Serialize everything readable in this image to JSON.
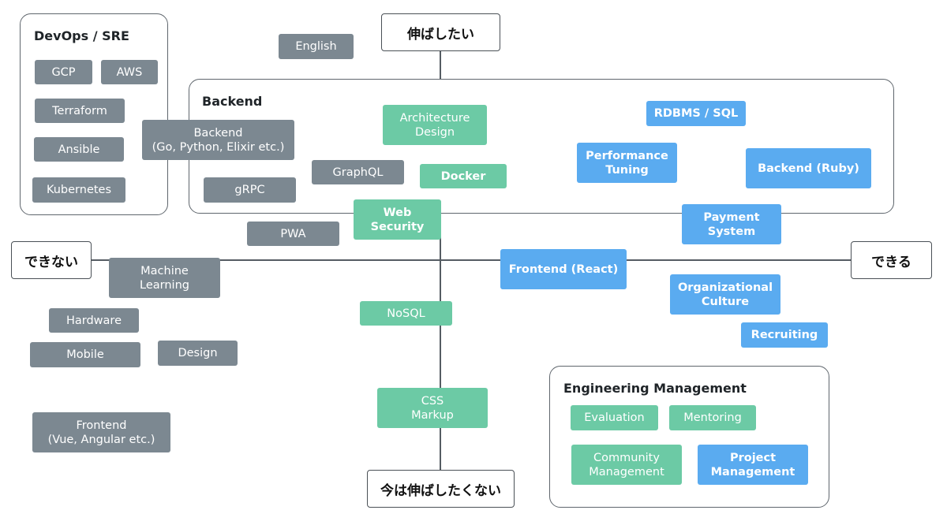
{
  "axes": {
    "top": "伸ばしたい",
    "bottom": "今は伸ばしたくない",
    "left": "できない",
    "right": "できる"
  },
  "groups": {
    "devops": "DevOps / SRE",
    "backend": "Backend",
    "engineering_management": "Engineering Management"
  },
  "skills": {
    "gcp": "GCP",
    "aws": "AWS",
    "terraform": "Terraform",
    "ansible": "Ansible",
    "kubernetes": "Kubernetes",
    "english": "English",
    "backend_go": "Backend\n(Go, Python, Elixir etc.)",
    "grpc": "gRPC",
    "graphql": "GraphQL",
    "architecture": "Architecture\nDesign",
    "docker": "Docker",
    "web_security": "Web\nSecurity",
    "rdbms": "RDBMS / SQL",
    "performance": "Performance\nTuning",
    "backend_ruby": "Backend (Ruby)",
    "payment": "Payment\nSystem",
    "pwa": "PWA",
    "machine_learning": "Machine\nLearning",
    "frontend_react": "Frontend (React)",
    "org_culture": "Organizational\nCulture",
    "recruiting": "Recruiting",
    "hardware": "Hardware",
    "mobile": "Mobile",
    "design": "Design",
    "nosql": "NoSQL",
    "css": "CSS\nMarkup",
    "frontend_vue": "Frontend\n(Vue, Angular etc.)",
    "evaluation": "Evaluation",
    "mentoring": "Mentoring",
    "community": "Community\nManagement",
    "project": "Project\nManagement"
  },
  "colors": {
    "gray": "#7c8891",
    "green": "#6ccaa5",
    "blue": "#5aabf0"
  }
}
